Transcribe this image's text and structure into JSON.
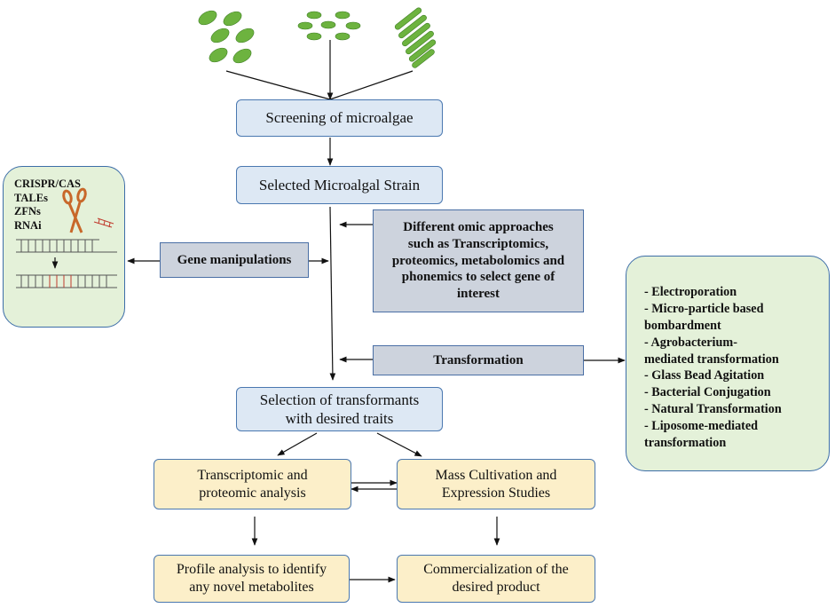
{
  "nodes": {
    "screening": "Screening of microalgae",
    "selected_strain": "Selected Microalgal Strain",
    "omics": [
      "Different omic approaches",
      "such as Transcriptomics,",
      "proteomics, metabolomics and",
      "phonemics to select gene of",
      "interest"
    ],
    "gene_manipulations": "Gene manipulations",
    "transformation": "Transformation",
    "selection": [
      "Selection of transformants",
      "with desired traits"
    ],
    "transcriptomic": [
      "Transcriptomic and",
      "proteomic analysis"
    ],
    "mass_cultivation": [
      "Mass Cultivation and",
      "Expression Studies"
    ],
    "profile": [
      "Profile analysis to identify",
      "any novel metabolites"
    ],
    "commercialization": [
      "Commercialization of the",
      "desired product"
    ]
  },
  "gene_tools": [
    "CRISPR/CAS",
    "TALEs",
    "ZFNs",
    "RNAi"
  ],
  "transformation_methods": [
    "- Electroporation",
    "- Micro-particle based",
    "bombardment",
    "- Agrobacterium-",
    "mediated transformation",
    "- Glass Bead Agitation",
    "- Bacterial Conjugation",
    "- Natural Transformation",
    "- Liposome-mediated",
    "transformation"
  ],
  "icons": [
    "algae-oval-cells-icon",
    "algae-small-cells-icon",
    "algae-rod-cells-icon",
    "scissors-icon",
    "dna-strand-icon"
  ],
  "colors": {
    "box_blue": "#dde8f4",
    "box_grey": "#cdd3dd",
    "box_yellow": "#fcefc9",
    "box_green": "#e4f1d9",
    "border": "#4a78b0",
    "algae_green": "#6db33f",
    "scissors": "#c8682a"
  }
}
